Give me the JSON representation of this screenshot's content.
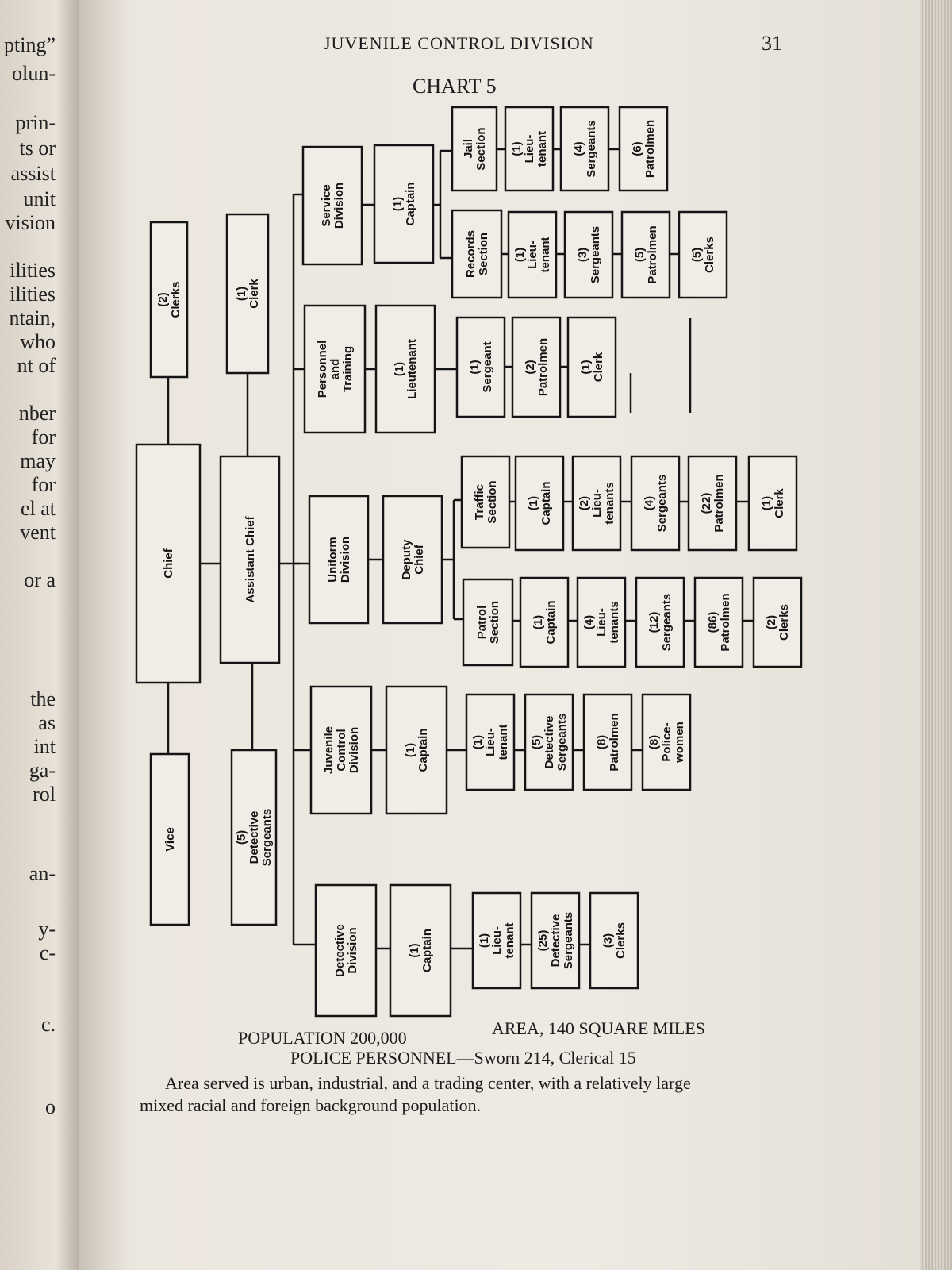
{
  "page": {
    "running_head": "JUVENILE CONTROL DIVISION",
    "page_number": "31",
    "chart_title": "CHART 5"
  },
  "left_page_fragments": [
    "pting”",
    "olun-",
    "prin-",
    "ts or",
    "assist",
    "unit",
    "vision",
    "ilities",
    "ilities",
    "ntain,",
    "who",
    "nt of",
    "nber",
    "for",
    "may",
    "for",
    "el at",
    "vent",
    "or a",
    "the",
    "as",
    "int",
    "ga-",
    "rol",
    "an-",
    "y-",
    "c-",
    "c.",
    "o"
  ],
  "org_chart": {
    "chief": "Chief",
    "chief_clerks": [
      "(2)",
      "Clerks"
    ],
    "vice": "Vice",
    "assistant_chief": "Assistant Chief",
    "assistant_clerk": [
      "(1)",
      "Clerk"
    ],
    "assistant_detectives": [
      "(5)",
      "Detective",
      "Sergeants"
    ],
    "divisions": [
      {
        "name": [
          "Service",
          "Division"
        ],
        "head": [
          "(1)",
          "Captain"
        ],
        "sections": [
          {
            "name": [
              "Records",
              "Section"
            ],
            "staff": [
              [
                "(1)",
                "Lieu-",
                "tenant"
              ],
              [
                "(3)",
                "Sergeants"
              ],
              [
                "(5)",
                "Patrolmen"
              ],
              [
                "(5)",
                "Clerks"
              ]
            ]
          },
          {
            "name": [
              "Jail",
              "Section"
            ],
            "staff": [
              [
                "(1)",
                "Lieu-",
                "tenant"
              ],
              [
                "(4)",
                "Sergeants"
              ],
              [
                "(6)",
                "Patrolmen"
              ]
            ]
          }
        ]
      },
      {
        "name": [
          "Personnel",
          "and",
          "Training"
        ],
        "head": [
          "(1)",
          "Lieutenant"
        ],
        "staff": [
          [
            "(1)",
            "Sergeant"
          ],
          [
            "(2)",
            "Patrolmen"
          ],
          [
            "(1)",
            "Clerk"
          ]
        ]
      },
      {
        "name": [
          "Uniform",
          "Division"
        ],
        "head": [
          "Deputy",
          "Chief"
        ],
        "sections": [
          {
            "name": [
              "Traffic",
              "Section"
            ],
            "staff": [
              [
                "(1)",
                "Captain"
              ],
              [
                "(2)",
                "Lieu-",
                "tenants"
              ],
              [
                "(4)",
                "Sergeants"
              ],
              [
                "(22)",
                "Patrolmen"
              ],
              [
                "(1)",
                "Clerk"
              ]
            ]
          },
          {
            "name": [
              "Patrol",
              "Section"
            ],
            "staff": [
              [
                "(1)",
                "Captain"
              ],
              [
                "(4)",
                "Lieu-",
                "tenants"
              ],
              [
                "(12)",
                "Sergeants"
              ],
              [
                "(86)",
                "Patrolmen"
              ],
              [
                "(2)",
                "Clerks"
              ]
            ]
          }
        ]
      },
      {
        "name": [
          "Juvenile",
          "Control",
          "Division"
        ],
        "head": [
          "(1)",
          "Captain"
        ],
        "staff": [
          [
            "(1)",
            "Lieu-",
            "tenant"
          ],
          [
            "(5)",
            "Detective",
            "Sergeants"
          ],
          [
            "(8)",
            "Patrolmen"
          ],
          [
            "(8)",
            "Police-",
            "women"
          ]
        ]
      },
      {
        "name": [
          "Detective",
          "Division"
        ],
        "head": [
          "(1)",
          "Captain"
        ],
        "staff": [
          [
            "(1)",
            "Lieu-",
            "tenant"
          ],
          [
            "(25)",
            "Detective",
            "Sergeants"
          ],
          [
            "(3)",
            "Clerks"
          ]
        ]
      }
    ]
  },
  "footer": {
    "population": "POPULATION 200,000",
    "area": "AREA, 140 SQUARE MILES",
    "personnel": "POLICE PERSONNEL—Sworn 214, Clerical 15",
    "description_line1": "Area served is urban, industrial, and a trading center, with a relatively large",
    "description_line2": "mixed racial and foreign background population."
  }
}
